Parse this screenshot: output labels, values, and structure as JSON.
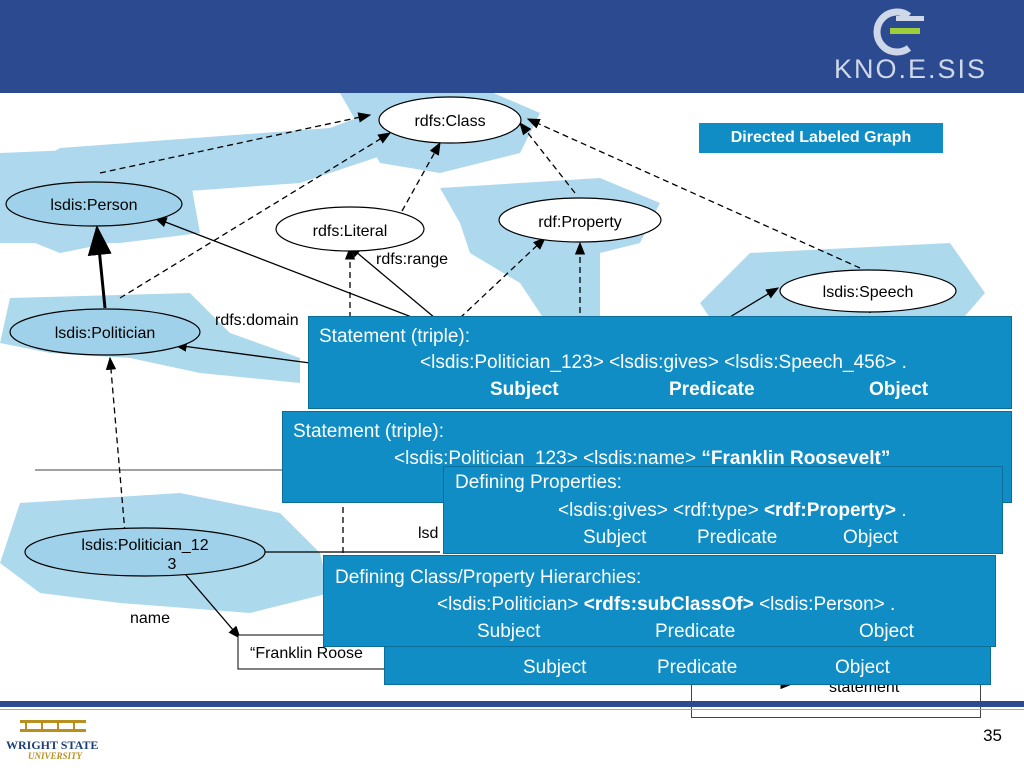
{
  "header": {
    "logo_text": "KNO.E.SIS"
  },
  "badge": {
    "label": "Directed Labeled Graph"
  },
  "nodes": {
    "rdfs_class": "rdfs:Class",
    "lsdis_person": "lsdis:Person",
    "rdfs_literal": "rdfs:Literal",
    "rdf_property": "rdf:Property",
    "lsdis_speech": "lsdis:Speech",
    "lsdis_politician": "lsdis:Politician",
    "politician_123_line1": "lsdis:Politician_12",
    "politician_123_line2": "3",
    "franklin": "“Franklin Roose"
  },
  "edges": {
    "rdfs_range": "rdfs:range",
    "rdfs_domain": "rdfs:domain",
    "name": "name",
    "lsd": "lsd"
  },
  "box1": {
    "title": "Statement (triple):",
    "triple": "<lsdis:Politician_123> <lsdis:gives> <lsdis:Speech_456> .",
    "subject": "Subject",
    "predicate": "Predicate",
    "object": "Object"
  },
  "box2": {
    "title": "Statement (triple):",
    "triple_part": "<lsdis:Politician_123> <lsdis:name> ",
    "triple_bold": "“Franklin Roosevelt”"
  },
  "box3": {
    "title": "Defining Properties:",
    "triple_part": "<lsdis:gives> <rdf:type> ",
    "triple_bold": "<rdf:Property>",
    "triple_end": " .",
    "subject": "Subject",
    "predicate": "Predicate",
    "object": "Object"
  },
  "box4": {
    "title": "Defining Class/Property Hierarchies:",
    "part1": "<lsdis:Politician> ",
    "part_bold": "<rdfs:subClassOf>",
    "part3": " <lsdis:Person> .",
    "subject": "Subject",
    "predicate": "Predicate",
    "object": "Object"
  },
  "box5": {
    "subject": "Subject",
    "predicate": "Predicate",
    "object": "Object"
  },
  "legend": {
    "statement": "statement"
  },
  "footer": {
    "university_line1": "WRIGHT STATE",
    "university_line2": "UNIVERSITY",
    "page_number": "35"
  },
  "colors": {
    "header": "#2c4a8f",
    "box": "#0f8dc4",
    "highlight": "#9fd2ea"
  }
}
